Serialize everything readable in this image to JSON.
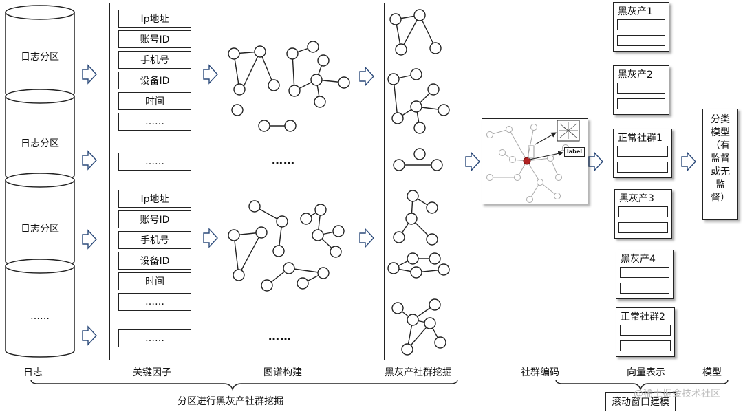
{
  "log_partition_label": "日志分区",
  "log_partition_more": "……",
  "factor_group": [
    "Ip地址",
    "账号ID",
    "手机号",
    "设备ID",
    "时间",
    "……"
  ],
  "factor_extra": "……",
  "graph_ellipsis": "……",
  "vector_groups": [
    "黑灰产1",
    "黑灰产2",
    "正常社群1",
    "黑灰产3",
    "黑灰产4",
    "正常社群2"
  ],
  "model_text": "分类模型（有监督或无监督）",
  "inset_label": "label",
  "bottom_labels": {
    "log": "日志",
    "factors": "关键因子",
    "graph": "图谱构建",
    "mining": "黑灰产社群挖掘",
    "encoding": "社群编码",
    "vector": "向量表示",
    "model": "模型"
  },
  "brace_labels": {
    "left": "分区进行黑灰产社群挖掘",
    "right": "滚动窗口建模"
  },
  "watermark": "@稀土掘金技术社区"
}
